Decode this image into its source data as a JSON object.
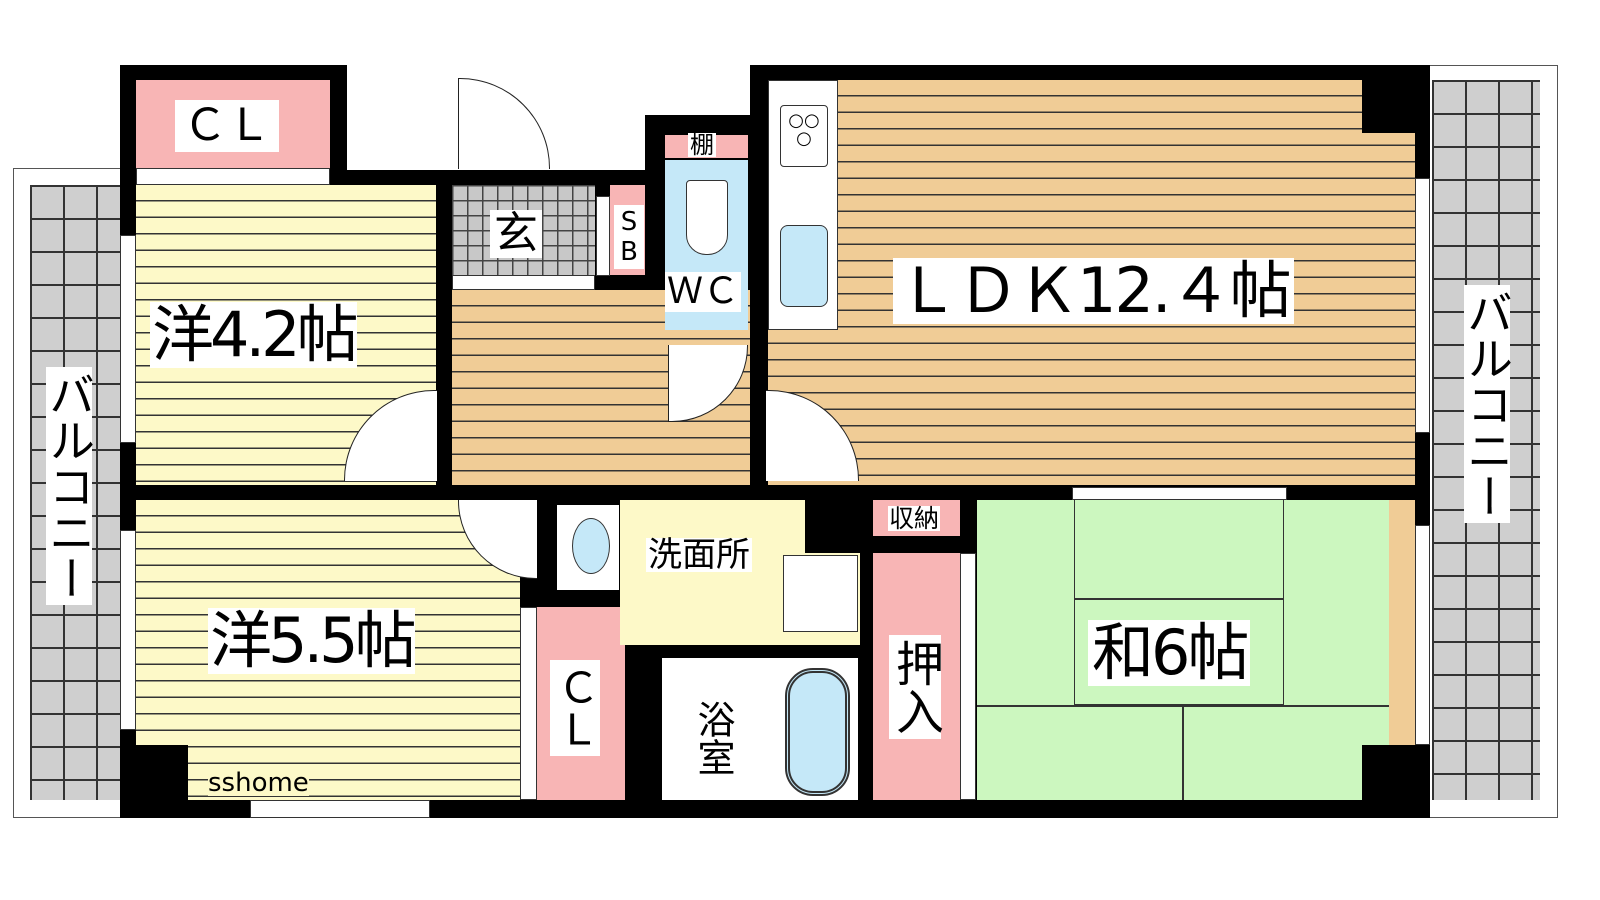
{
  "rooms": {
    "western_room_a": "洋4.2帖",
    "western_room_b": "洋5.5帖",
    "ldk": "ＬＤＫ12.４帖",
    "japanese_room": "和6帖",
    "entrance": "玄",
    "shoe_box": "SB",
    "toilet": "ＷＣ",
    "shelf": "棚",
    "washroom": "洗面所",
    "bathroom": "浴室",
    "storage": "収納",
    "oshiire": "押入",
    "closet_top": "ＣＬ",
    "closet_bottom": "ＣＬ",
    "balcony_left": "バルコニー",
    "balcony_right": "バルコニー"
  },
  "watermark": "sshome"
}
